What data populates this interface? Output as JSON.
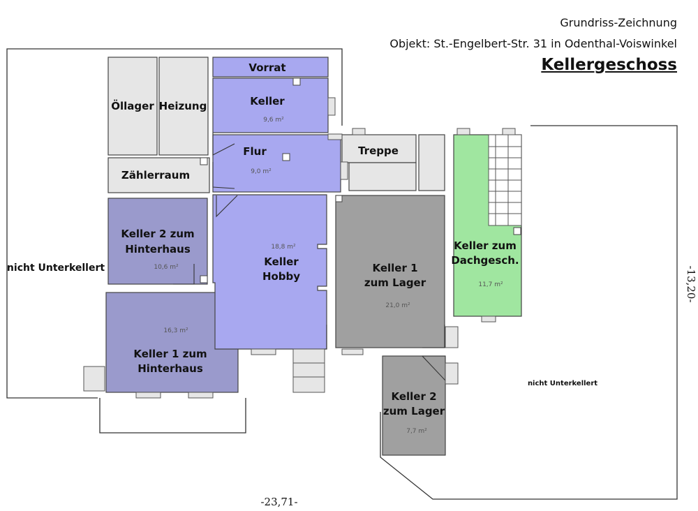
{
  "header": {
    "line1": "Grundriss-Zeichnung",
    "line2": "Objekt: St.-Engelbert-Str. 31 in Odenthal-Voiswinkel",
    "title": "Kellergeschoss"
  },
  "rooms": {
    "oellager": "Öllager",
    "heizung": "Heizung",
    "vorrat": "Vorrat",
    "keller": "Keller",
    "keller_area": "9,6 m²",
    "flur": "Flur",
    "flur_area": "9,0 m²",
    "treppe": "Treppe",
    "zaehlerraum": "Zählerraum",
    "keller2_hinterhaus_1": "Keller 2 zum",
    "keller2_hinterhaus_2": "Hinterhaus",
    "keller2_hinterhaus_area": "10,6 m²",
    "keller1_hinterhaus_area": "16,3 m²",
    "keller1_hinterhaus_1": "Keller 1 zum",
    "keller1_hinterhaus_2": "Hinterhaus",
    "hobby_area": "18,8 m²",
    "hobby_1": "Keller",
    "hobby_2": "Hobby",
    "lager1_1": "Keller 1",
    "lager1_2": "zum Lager",
    "lager1_area": "21,0 m²",
    "dach_1": "Keller zum",
    "dach_2": "Dachgesch.",
    "dach_area": "11,7 m²",
    "lager2_1": "Keller 2",
    "lager2_2": "zum Lager",
    "lager2_area": "7,7 m²"
  },
  "unexcavated_left": "nicht Unterkellert",
  "unexcavated_right": "nicht Unterkellert",
  "dimensions": {
    "width": "-23,71-",
    "depth": "-13,20-"
  },
  "colors": {
    "blue_room": "#a8a8f0",
    "dark_blue_room": "#9a9acc",
    "gray_room": "#a0a0a0",
    "light_gray_room": "#e6e6e6",
    "green_room": "#a0e6a0",
    "wall": "#333333"
  }
}
